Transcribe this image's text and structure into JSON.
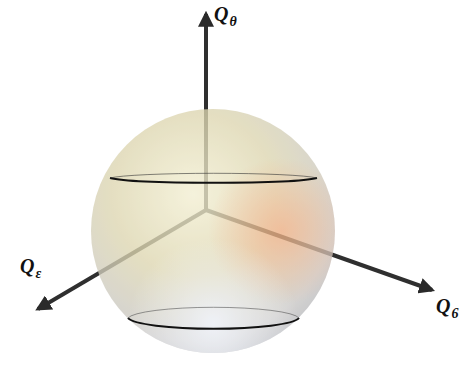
{
  "diagram": {
    "labels": [
      "Qθ",
      "Qε",
      "Q6"
    ]
  }
}
